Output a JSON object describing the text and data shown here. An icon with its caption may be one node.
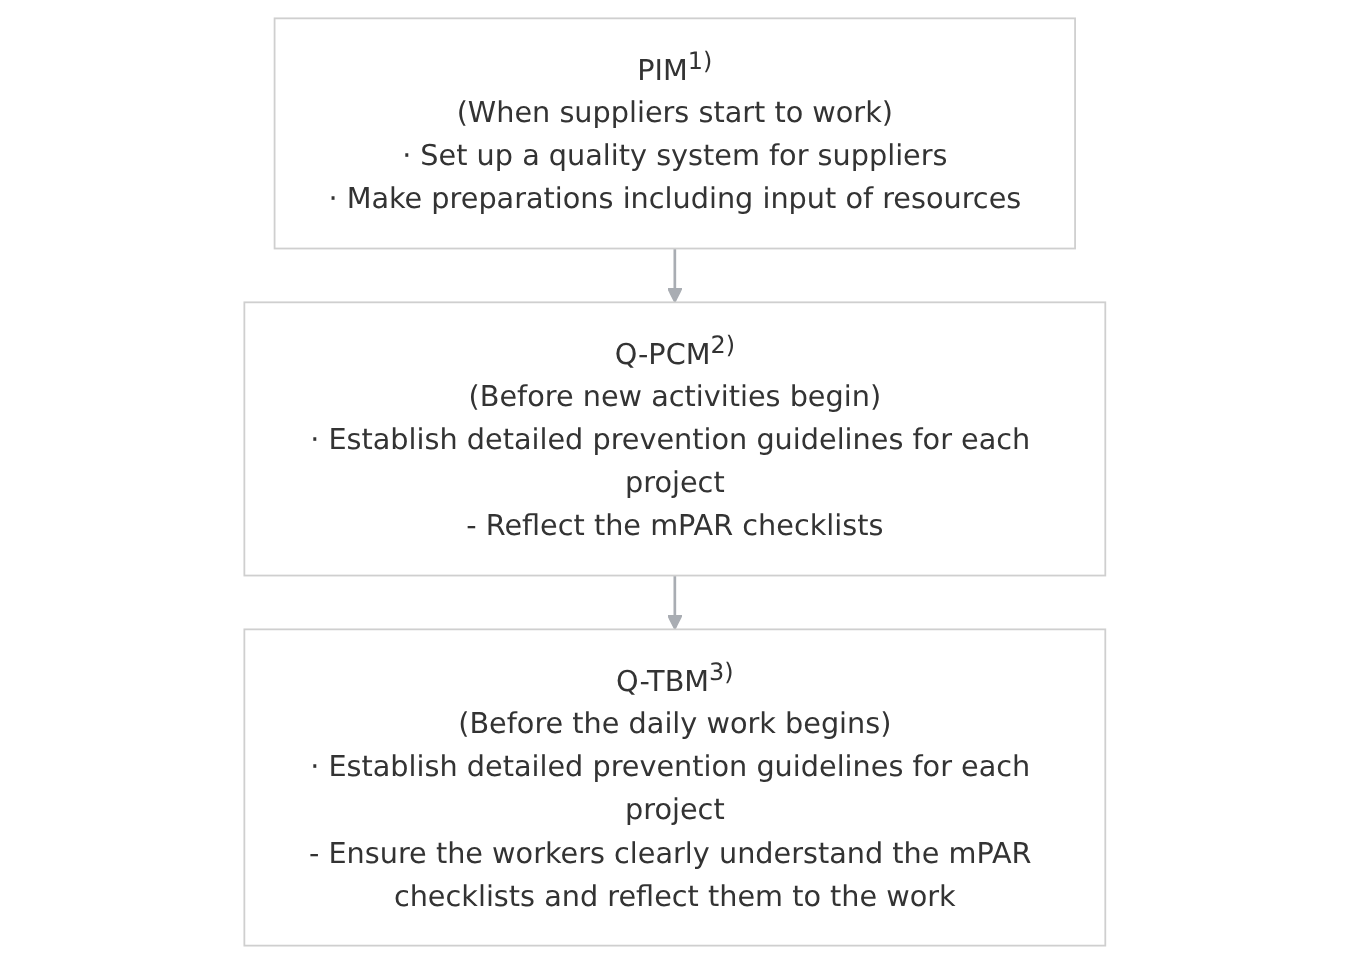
{
  "diagram": {
    "nodes": [
      {
        "text": [
          "PIM$^{1)}$",
          "(When suppliers start to work)",
          "· Set up a quality system for suppliers",
          "· Make preparations including input of resources"
        ]
      },
      {
        "text": [
          "Q-PCM$^{2)}$",
          "(Before new activities begin)",
          "· Establish detailed prevention guidelines for each project",
          "- Reflect the mPAR checklists"
        ]
      },
      {
        "text": [
          "Q-TBM$^{3)}$",
          "(Before the daily work begins)",
          "· Establish detailed prevention guidelines for each project",
          "- Ensure the workers clearly understand the mPAR checklists and reflect them to the work"
        ]
      }
    ],
    "edges": [
      {
        "from": 0,
        "to": 1,
        "arrow": "to"
      },
      {
        "from": 1,
        "to": 2,
        "arrow": "to"
      }
    ]
  }
}
